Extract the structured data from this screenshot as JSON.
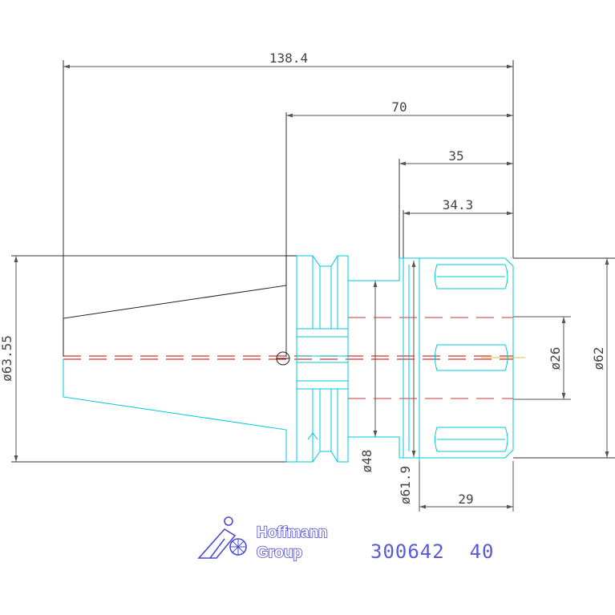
{
  "dimensions": {
    "overall_length": "138.4",
    "length_70": "70",
    "length_35": "35",
    "length_34_3": "34.3",
    "length_29": "29",
    "dia_63_55": "ø63.55",
    "dia_62": "ø62",
    "dia_26": "ø26",
    "dia_48": "ø48",
    "dia_61_9": "ø61.9"
  },
  "logo": {
    "line1": "Hoffmann",
    "line2": "Group"
  },
  "part_number": "300642  40",
  "colors": {
    "outline": "#000000",
    "dimension": "#555555",
    "cyan_geometry": "#00c8d8",
    "centerline_red": "#d03030",
    "centerline_yellow": "#e0c040",
    "brand_blue": "#4a4ad4"
  }
}
